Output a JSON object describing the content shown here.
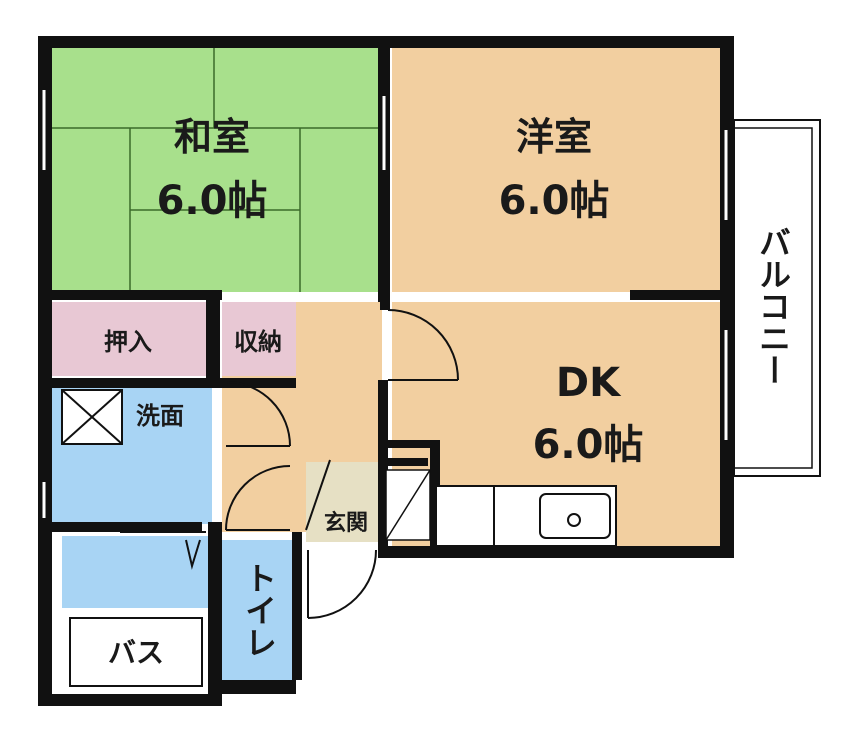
{
  "floorplan": {
    "rooms": {
      "washitsu": {
        "name": "和室",
        "size": "6.0帖",
        "color": "#a8e08c"
      },
      "youshitsu": {
        "name": "洋室",
        "size": "6.0帖",
        "color": "#f2cfa0"
      },
      "dk": {
        "name": "DK",
        "size": "6.0帖",
        "color": "#f2cfa0"
      },
      "oshiire": {
        "name": "押入",
        "color": "#e8c8d4"
      },
      "shuunou": {
        "name": "収納",
        "color": "#e8c8d4"
      },
      "senmen": {
        "name": "洗面",
        "color": "#a8d4f4"
      },
      "toilet": {
        "name": "トイレ",
        "color": "#a8d4f4"
      },
      "bath": {
        "name": "バス",
        "color": "#a8d4f4"
      },
      "genkan": {
        "name": "玄関",
        "color": "#e6e0c4"
      },
      "balcony": {
        "name": "バルコニー",
        "color": "#ffffff"
      }
    },
    "colors": {
      "wall": "#111111",
      "hall": "#f2cfa0"
    }
  }
}
